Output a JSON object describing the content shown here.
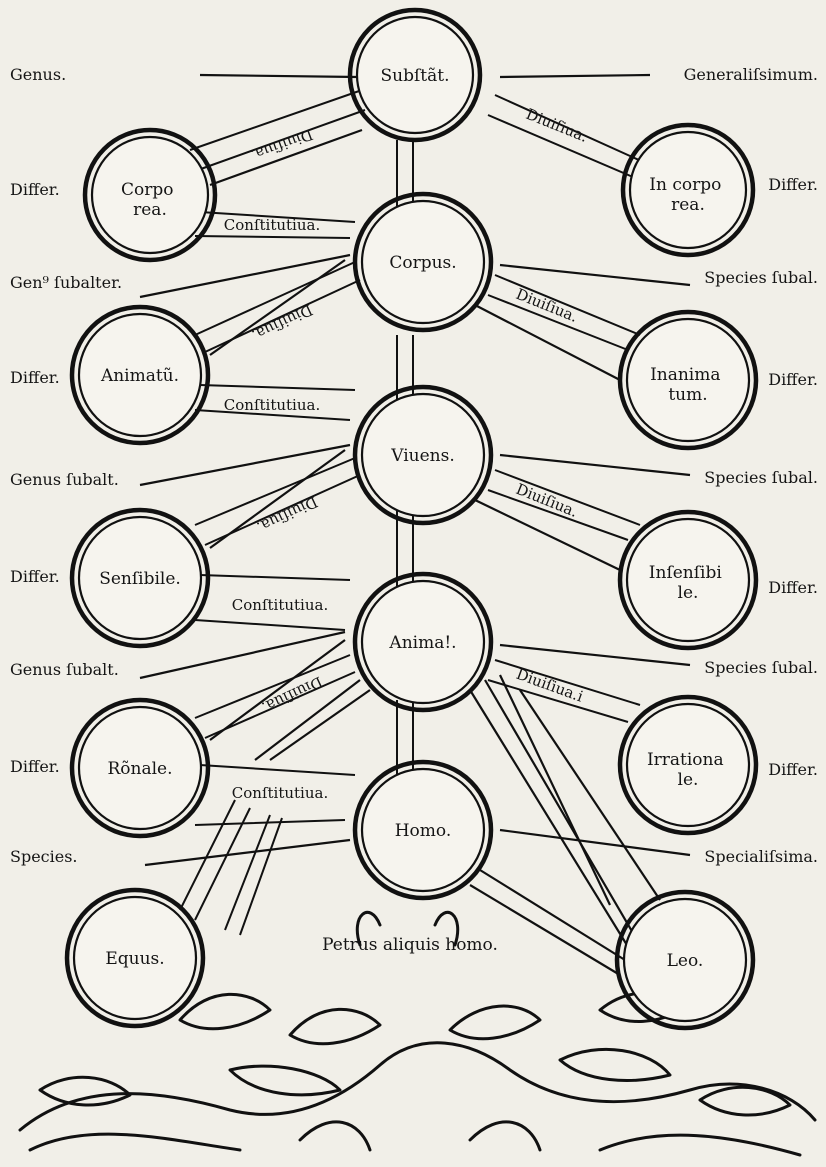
{
  "nodes": {
    "substantia": "Subſtãt.",
    "corporea": "Corpo rea.",
    "incorporea": "In corpo rea.",
    "corpus": "Corpus.",
    "animatum": "Animatũ.",
    "inanimatum": "Inanima tum.",
    "vivens": "Viuens.",
    "sensibile": "Senſibile.",
    "insensibile": "Inſenſibi le.",
    "animal": "Anima!.",
    "rationale": "Rõnale.",
    "irrationale": "Irrationa le.",
    "homo": "Homo.",
    "equus": "Equus.",
    "leo": "Leo."
  },
  "left_labels": {
    "genus": "Genus.",
    "differ_1": "Differ.",
    "genus_subalter": "Gen⁹ ſubalter.",
    "differ_2": "Differ.",
    "genus_subalt_1": "Genus ſubalt.",
    "differ_3": "Differ.",
    "genus_subalt_2": "Genus ſubalt.",
    "differ_4": "Differ.",
    "species": "Species."
  },
  "right_labels": {
    "generalissimum": "Generaliſsimum.",
    "differ_1": "Differ.",
    "species_subal_1": "Species ſubal.",
    "differ_2": "Differ.",
    "species_subal_2": "Species ſubal.",
    "differ_3": "Differ.",
    "species_subal_3": "Species ſubal.",
    "differ_4": "Differ.",
    "specialissima": "Specialiſsima."
  },
  "edge_labels": {
    "divisiva": "Diuiſiua.",
    "divisiva_alt": "Diuiſiua.i",
    "constitutiva": "Conſtitutiua."
  },
  "individual": "Petrus aliquis homo."
}
